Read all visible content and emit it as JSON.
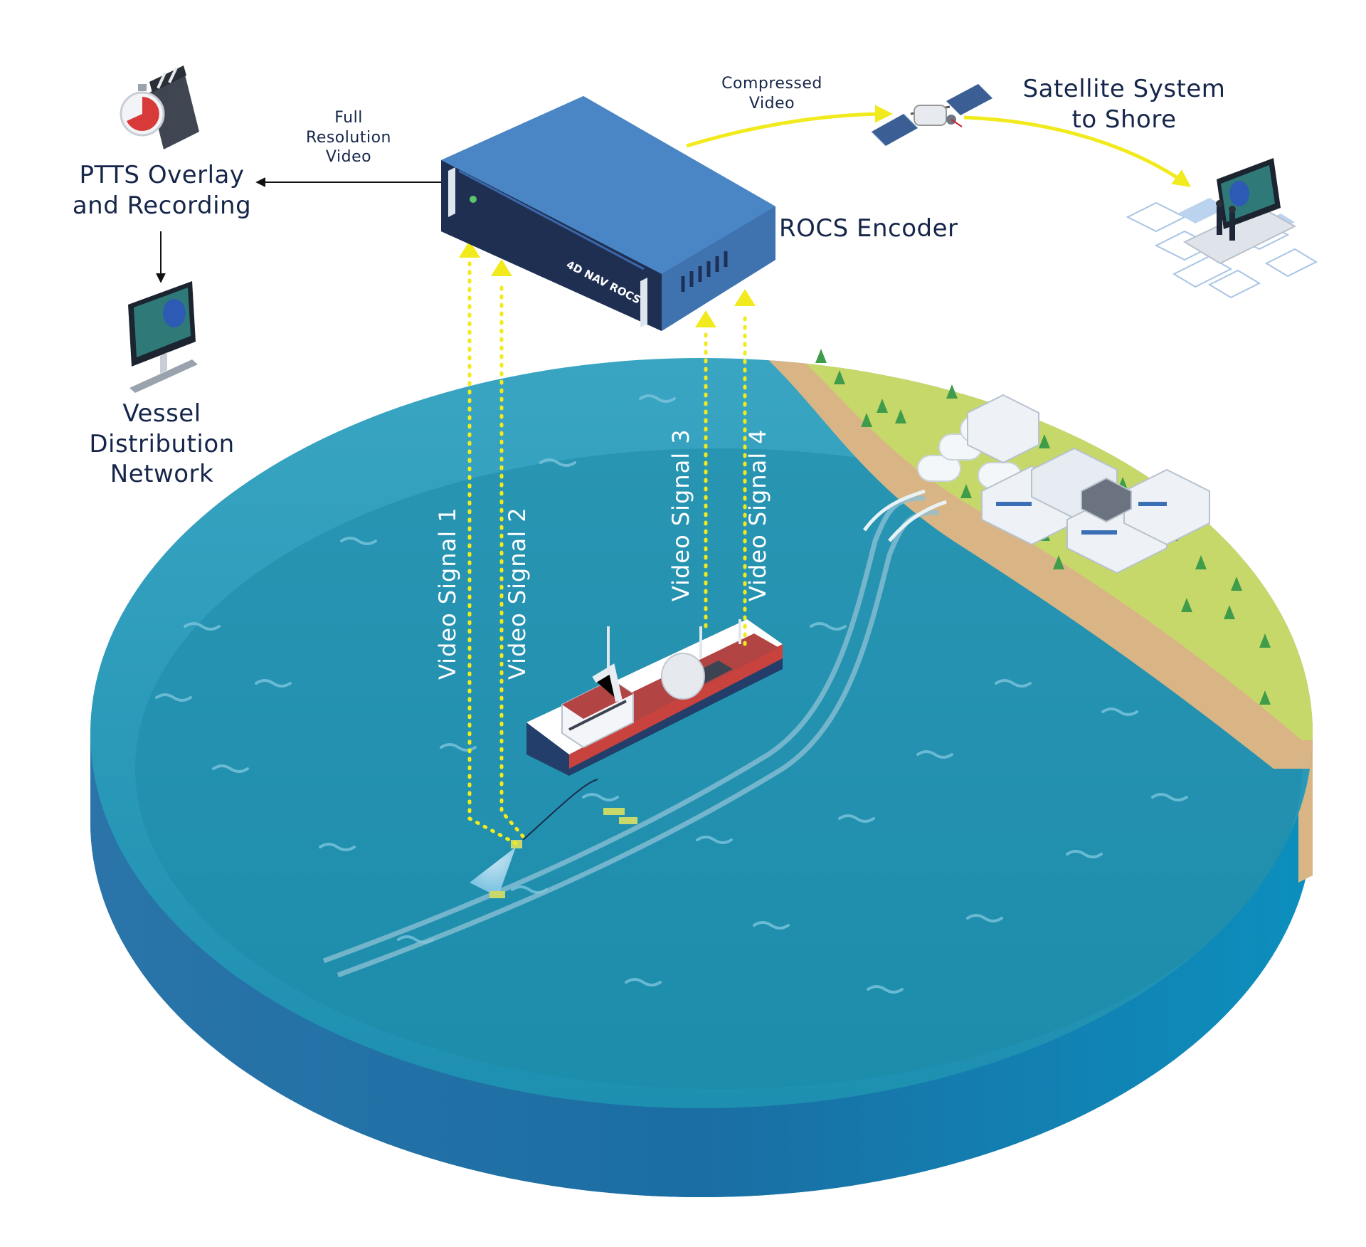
{
  "colors": {
    "ocean_top": "#2a93b4",
    "ocean_side": "#1f6e9e",
    "land": "#c7d86a",
    "sand": "#d9b585",
    "encoder_blue": "#4a86c5",
    "signal_yellow": "#f1ea1c",
    "text_navy": "#16264a"
  },
  "labels": {
    "ptts": [
      "PTTS Overlay",
      "and Recording"
    ],
    "vessel_network": [
      "Vessel",
      "Distribution",
      "Network"
    ],
    "full_res": [
      "Full",
      "Resolution",
      "Video"
    ],
    "compressed": [
      "Compressed",
      "Video"
    ],
    "satellite": [
      "Satellite System",
      "to Shore"
    ],
    "encoder": "ROCS Encoder",
    "encoder_brand": "4D NAV ROCS",
    "signal1": "Video Signal 1",
    "signal2": "Video Signal 2",
    "signal3": "Video Signal 3",
    "signal4": "Video Signal 4"
  },
  "icons": {
    "recording": "clapperboard-stopwatch-icon",
    "monitor": "monitor-icon",
    "satellite": "satellite-icon",
    "laptop": "laptop-icon",
    "encoder": "encoder-box-icon",
    "vessel": "vessel-icon",
    "rov": "rov-icon"
  }
}
